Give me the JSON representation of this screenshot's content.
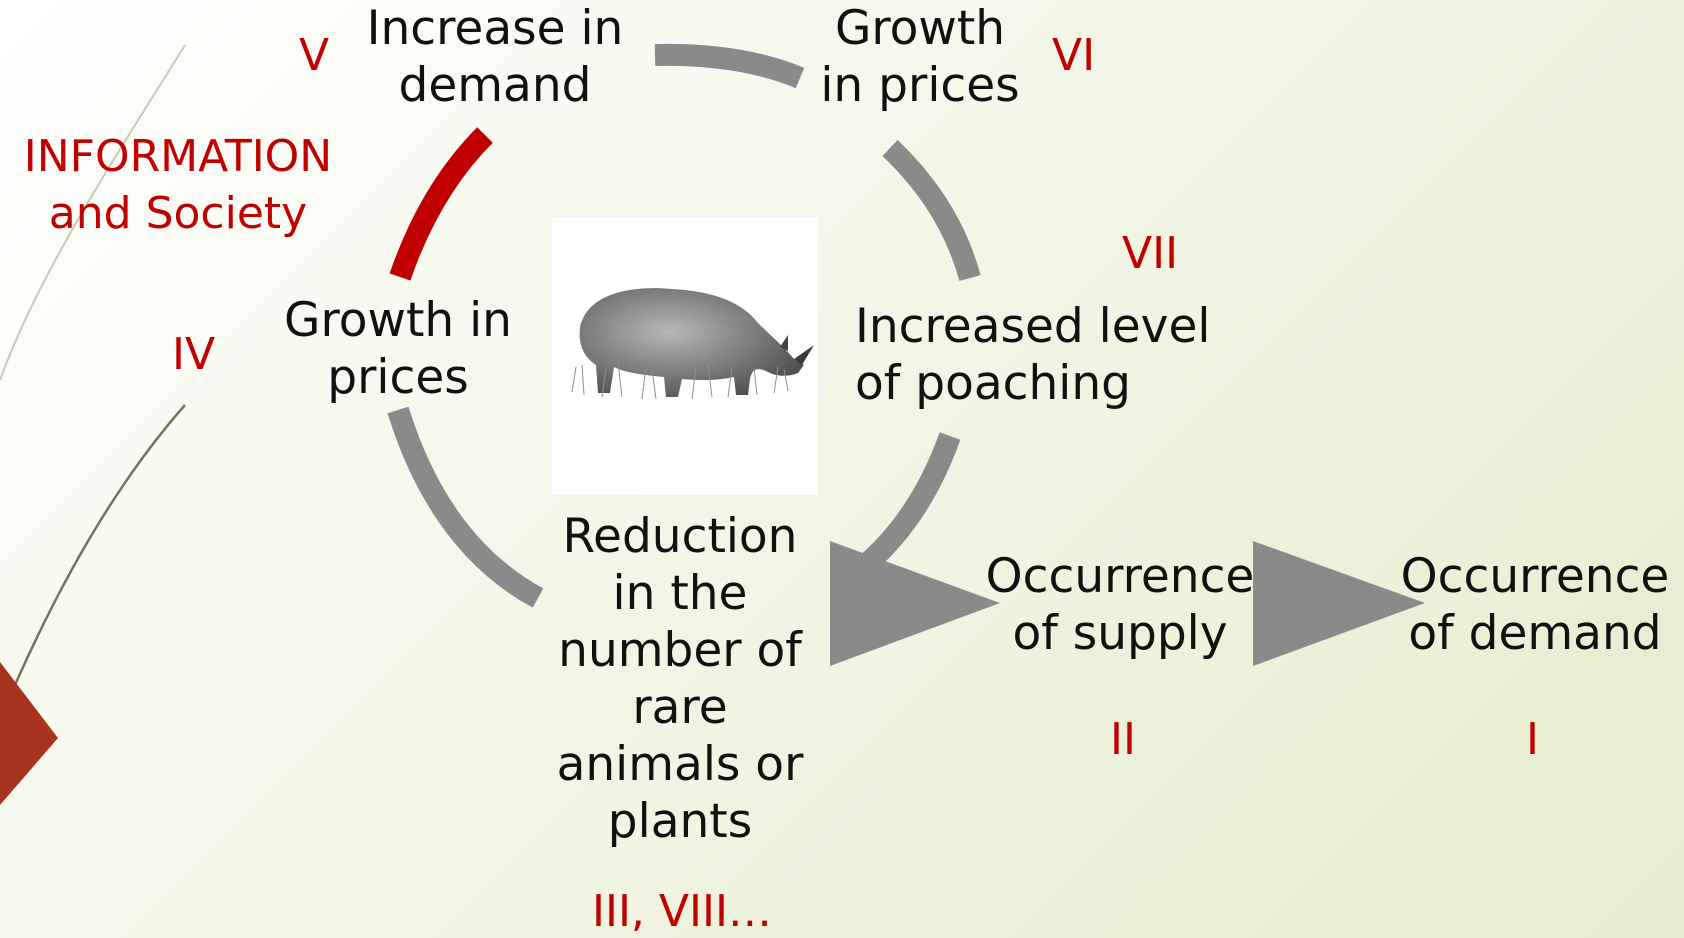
{
  "diagram": {
    "info_label": "INFORMATION\nand Society",
    "nodes": {
      "increase_in_demand": "Increase in\ndemand",
      "growth_in_prices_top": "Growth\nin prices",
      "increased_poaching": "Increased level\nof poaching",
      "reduction": "Reduction\nin the\nnumber of\nrare\nanimals or\nplants",
      "growth_in_prices_left": "Growth in\nprices",
      "occurrence_of_supply": "Occurrence\nof supply",
      "occurrence_of_demand": "Occurrence\nof demand"
    },
    "stages": {
      "v": "V",
      "vi": "VI",
      "vii": "VII",
      "iv": "IV",
      "iii_viii": "III, VIII…",
      "ii": "II",
      "i": "I"
    },
    "illustration": "rhinoceros pencil drawing",
    "colors": {
      "arrow_gray": "#8a8a8a",
      "accent_red": "#c00000",
      "corner_red": "#a8341f",
      "text": "#111111"
    }
  }
}
